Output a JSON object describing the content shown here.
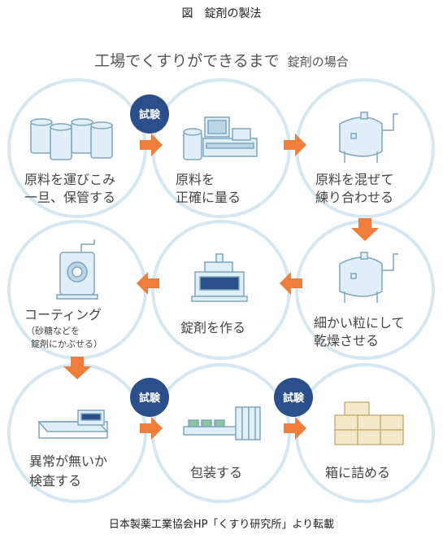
{
  "caption": "図　錠剤の製法",
  "title": "工場でくすりができるまで",
  "subtitle": "錠剤の場合",
  "footer": "日本製薬工業協会HP「くすり研究所」より転載",
  "badge_label": "試験",
  "steps": [
    {
      "lines": [
        "原料を運びこみ",
        "一旦、保管する"
      ],
      "icon": "drums-icon"
    },
    {
      "lines": [
        "原料を",
        "正確に量る"
      ],
      "icon": "scale-icon"
    },
    {
      "lines": [
        "原料を混ぜて",
        "練り合わせる"
      ],
      "icon": "mixer-tank-icon"
    },
    {
      "lines": [
        "細かい粒にして",
        "乾燥させる"
      ],
      "icon": "dryer-tank-icon"
    },
    {
      "lines": [
        "錠剤を作る"
      ],
      "icon": "tablet-press-icon"
    },
    {
      "lines": [
        "コーティング"
      ],
      "note": [
        "（砂糖などを",
        "錠剤にかぶせる）"
      ],
      "icon": "coating-machine-icon"
    },
    {
      "lines": [
        "異常が無いか",
        "検査する"
      ],
      "icon": "inspection-machine-icon"
    },
    {
      "lines": [
        "包装する"
      ],
      "icon": "packaging-machine-icon"
    },
    {
      "lines": [
        "箱に詰める"
      ],
      "icon": "boxes-icon"
    }
  ],
  "colors": {
    "ring": "#d5e8f2",
    "arrow": "#ef7d3c",
    "badge": "#2b4f8a",
    "icon_fill": "#dfeef7",
    "icon_stroke": "#7fa6c0"
  }
}
